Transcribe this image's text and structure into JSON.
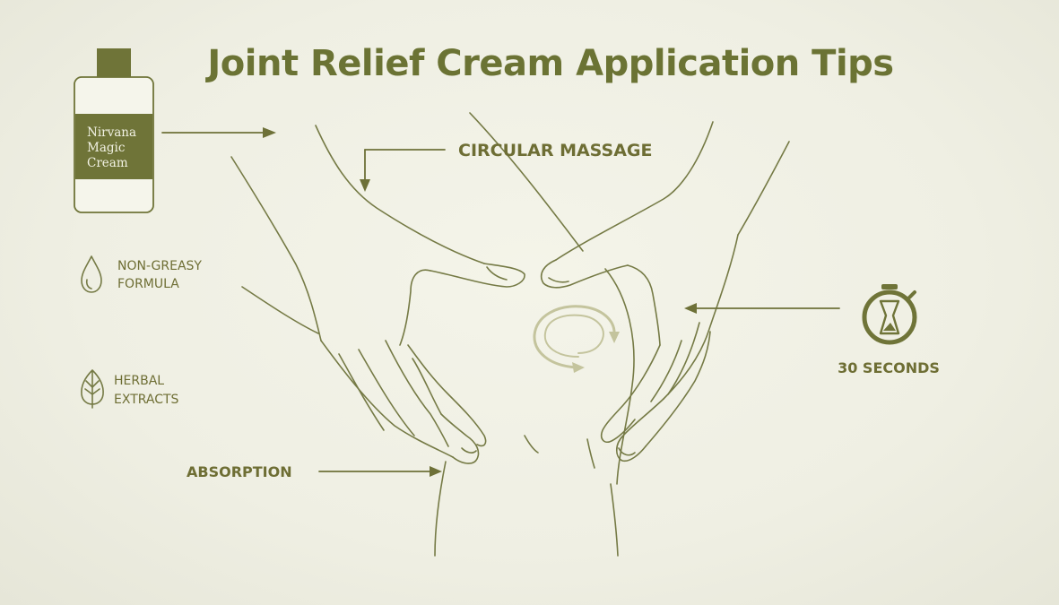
{
  "title": "Joint Relief Cream Application Tips",
  "bottle": {
    "label_lines": [
      "Nirvana",
      "Magic",
      "Cream"
    ]
  },
  "features": [
    {
      "icon": "droplet-icon",
      "lines": [
        "NON-GREASY",
        "FORMULA"
      ]
    },
    {
      "icon": "leaf-icon",
      "lines": [
        "HERBAL",
        "EXTRACTS"
      ]
    }
  ],
  "callouts": {
    "circular_massage": "CIRCULAR MASSAGE",
    "absorption": "ABSORPTION",
    "timer": "30 SECONDS"
  },
  "colors": {
    "background": "#efefe4",
    "accent": "#6b7334",
    "bottle_label": "#6f7438",
    "line_art": "#757a45"
  }
}
